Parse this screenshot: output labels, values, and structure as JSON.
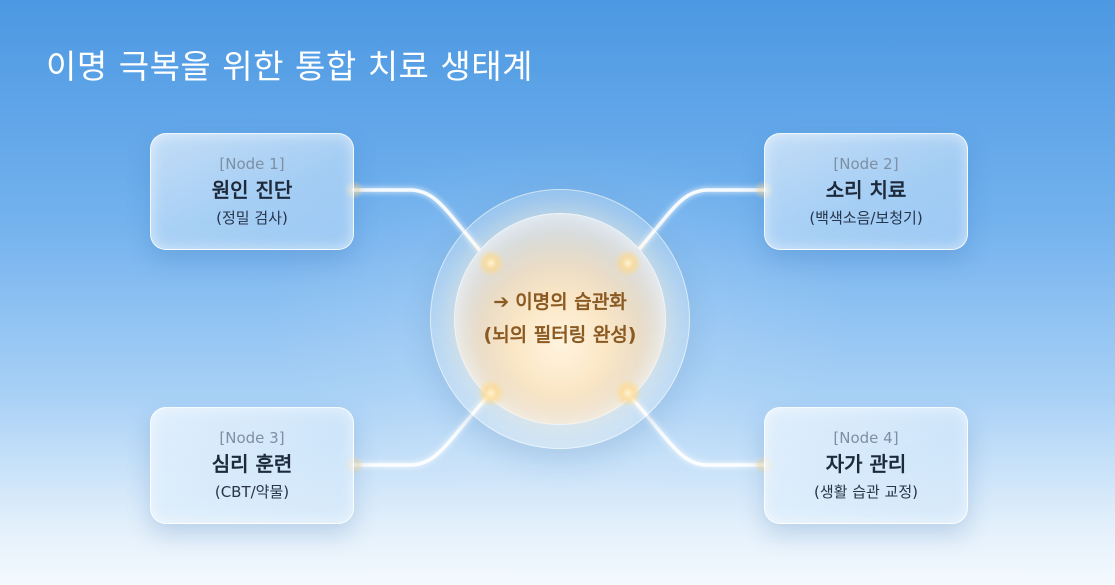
{
  "title": "이명 극복을 위한 통합 치료 생태계",
  "hub": {
    "line1": "이명의 습관화",
    "line2": "(뇌의 필터링 완성)",
    "arrow_icon": "right-arrow-icon",
    "text_color": "#8a5a22"
  },
  "nodes": [
    {
      "tag": "[Node 1]",
      "title": "원인 진단",
      "subtitle": "(정밀 검사)"
    },
    {
      "tag": "[Node 2]",
      "title": "소리 치료",
      "subtitle": "(백색소음/보청기)"
    },
    {
      "tag": "[Node 3]",
      "title": "심리 훈련",
      "subtitle": "(CBT/약물)"
    },
    {
      "tag": "[Node 4]",
      "title": "자가 관리",
      "subtitle": "(생활 습관 교정)"
    }
  ],
  "colors": {
    "background_top": "#4c98e2",
    "background_bottom": "#f4f9fe",
    "node_title": "#1d2a3c",
    "node_tag": "#7f8fa3",
    "connector": "#ffffff"
  }
}
